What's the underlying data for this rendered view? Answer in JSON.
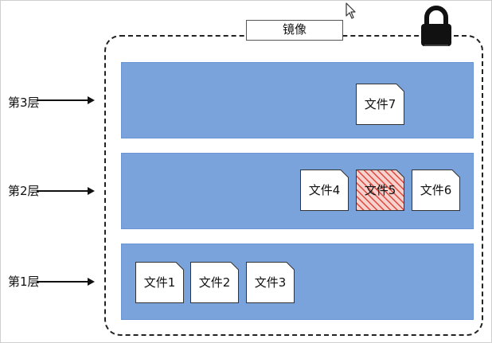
{
  "image_title": "镜像",
  "layers": [
    {
      "label": "第3层",
      "files": [
        "文件7"
      ]
    },
    {
      "label": "第2层",
      "files": [
        "文件4",
        "文件5",
        "文件6"
      ]
    },
    {
      "label": "第1层",
      "files": [
        "文件1",
        "文件2",
        "文件3"
      ]
    }
  ],
  "colors": {
    "layer_fill": "#7aa3dc",
    "file_fill": "#ffffff",
    "file_highlight": "#e0463c",
    "border": "#222222"
  },
  "icons": {
    "lock": "lock-icon",
    "cursor": "mouse-cursor-icon"
  },
  "highlighted_file": "文件5"
}
